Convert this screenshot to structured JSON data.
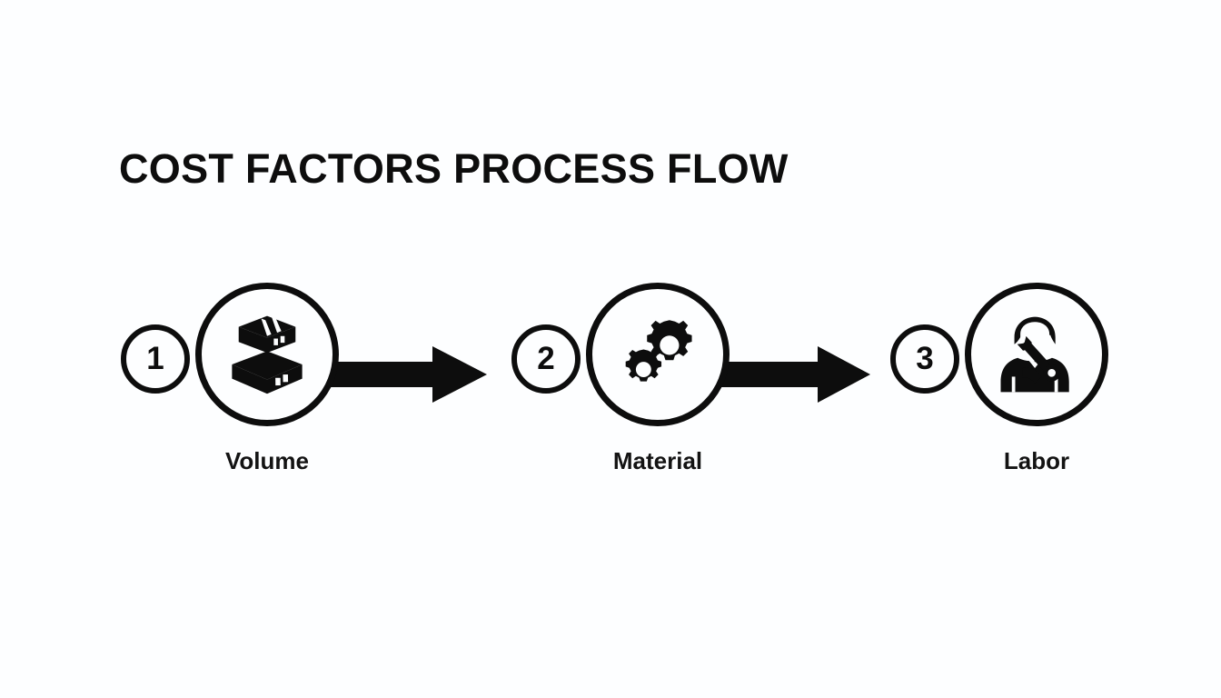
{
  "page": {
    "title": "COST FACTORS PROCESS FLOW",
    "background_color": "#fdfeff",
    "ink_color": "#0d0d0d"
  },
  "diagram": {
    "type": "horizontal-process-flow",
    "orientation": "left-to-right",
    "step_count": 3,
    "connector": "solid-block-arrow",
    "steps": [
      {
        "number": "1",
        "label": "Volume",
        "icon": "stacked-boxes-icon"
      },
      {
        "number": "2",
        "label": "Material",
        "icon": "gears-icon"
      },
      {
        "number": "3",
        "label": "Labor",
        "icon": "worker-with-wrench-icon"
      }
    ],
    "arrows": [
      {
        "from": "Volume",
        "to": "Material"
      },
      {
        "from": "Material",
        "to": "Labor"
      }
    ]
  }
}
